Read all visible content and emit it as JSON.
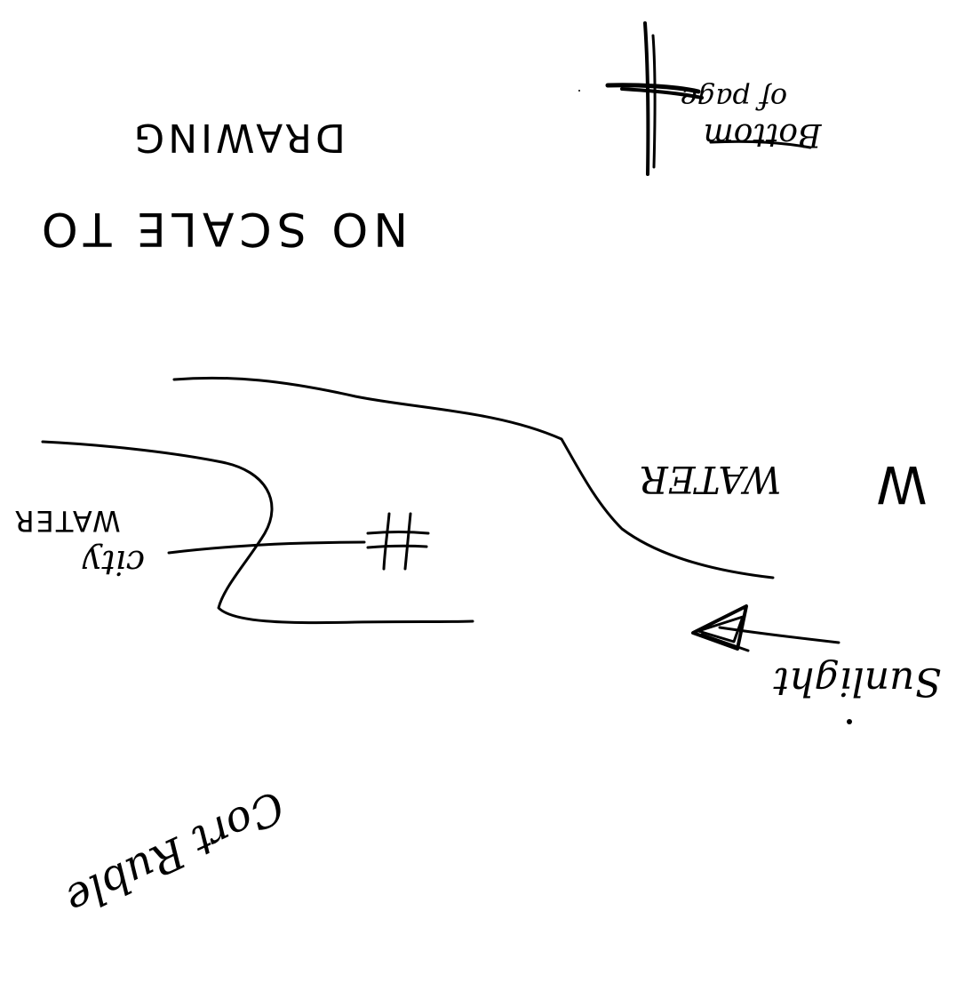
{
  "colors": {
    "ink": "#000000",
    "paper": "#ffffff"
  },
  "labels": {
    "no_scale_line1": "NO SCALE TO",
    "no_scale_line2": "DRAWING",
    "bottom_of_page_line1": "Bottom",
    "bottom_of_page_line2": "of page",
    "water_upper": "WATER",
    "w_letter": "W",
    "city_water_line1": "city",
    "city_water_line2": "WATER",
    "sunlight": "Sunlight",
    "signature": "Cort Ruble"
  },
  "icons": [
    "cross-icon",
    "hash-icon",
    "triangle-arrow-icon"
  ]
}
